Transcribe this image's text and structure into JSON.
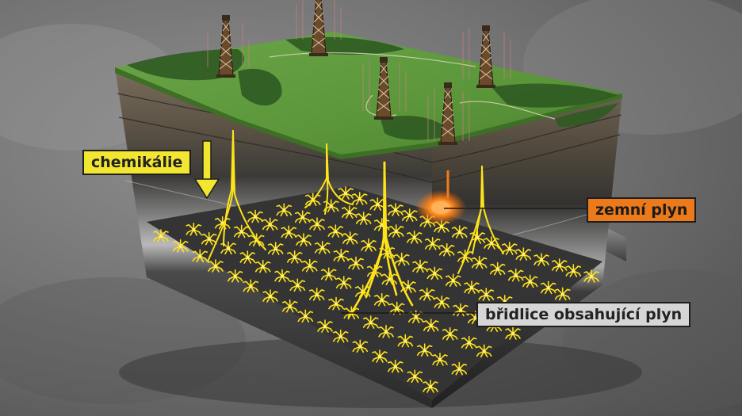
{
  "labels": {
    "chemicals": "chemikálie",
    "natural_gas": "zemní plyn",
    "gas_shale": "břidlice obsahující plyn"
  },
  "colors": {
    "background": "#6f6f6f",
    "grass": "#5e9a3c",
    "forest": "#2f5a22",
    "fracture": "#ffe31a",
    "chemicals_label": "#f3e630",
    "natural_gas_label": "#ec7a1a",
    "shale_label": "#d6d6d6"
  },
  "icons": {
    "rig": "drilling-rig-icon",
    "arrow": "down-arrow-icon",
    "flare": "gas-flare-icon"
  }
}
